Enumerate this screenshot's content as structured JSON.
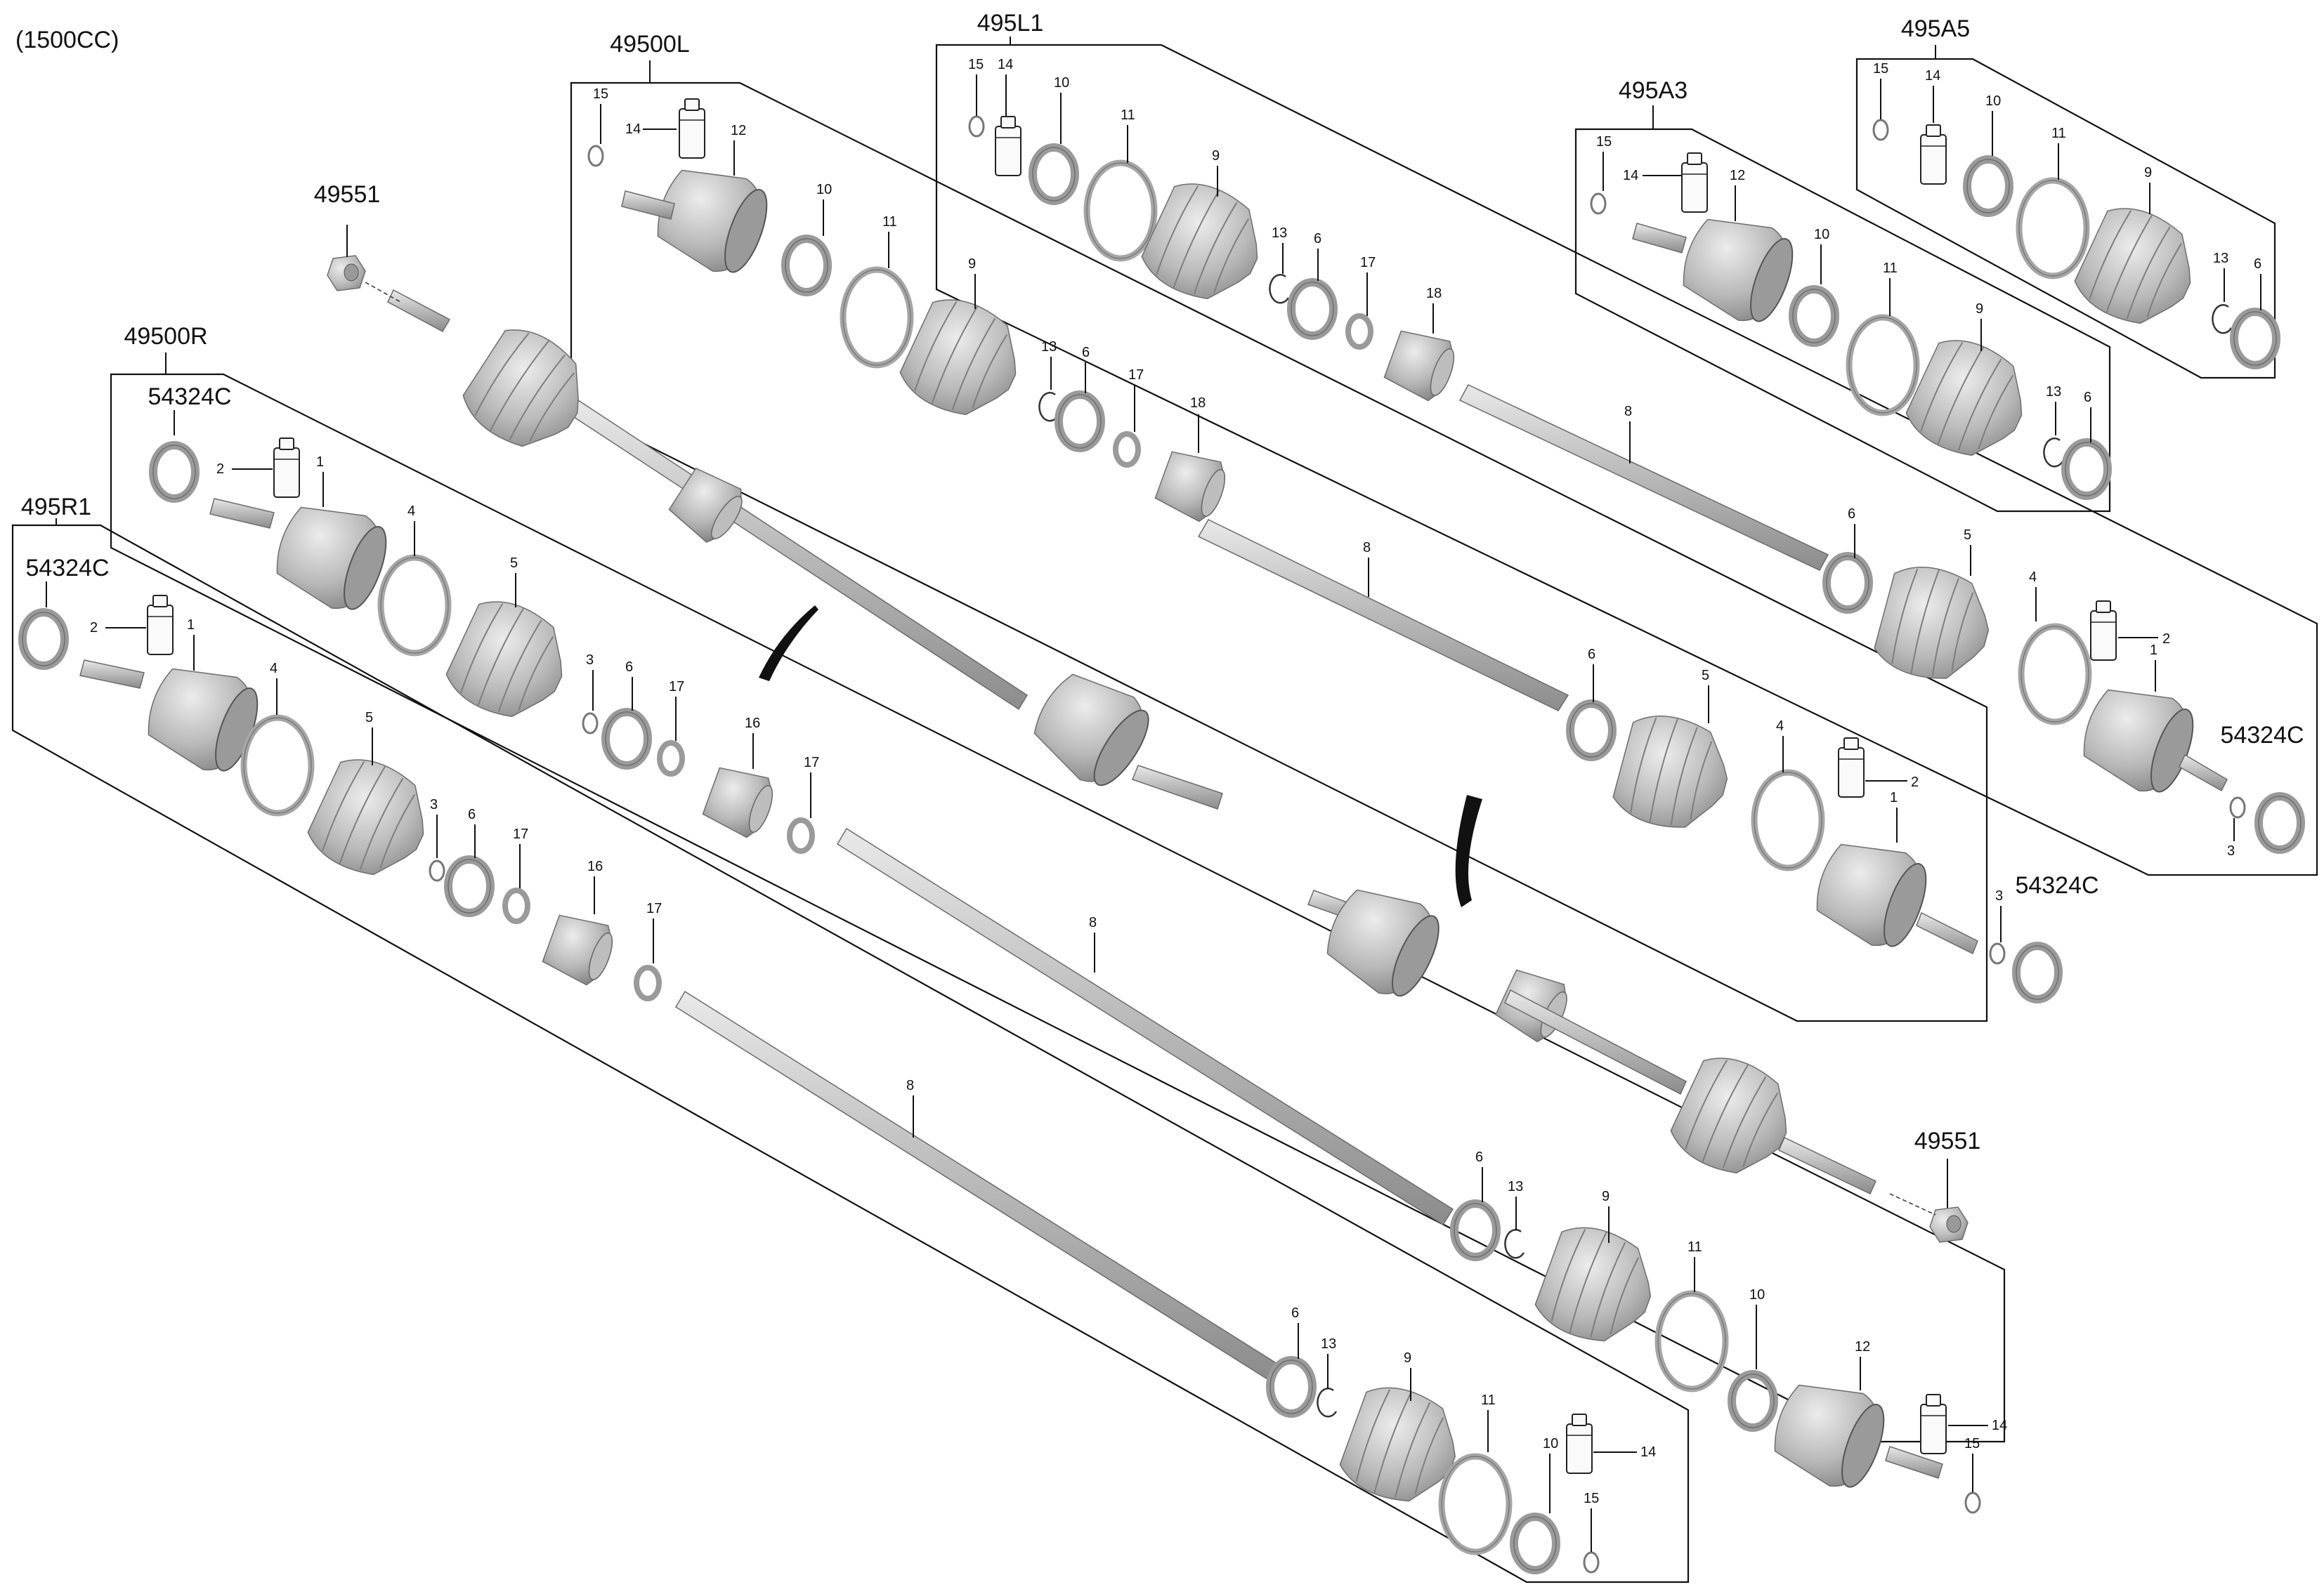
{
  "title": "(1500CC)",
  "assemblies": {
    "a49500L": "49500L",
    "a495L1": "495L1",
    "a495A3": "495A3",
    "a495A5": "495A5",
    "a49500R": "49500R",
    "a495R1": "495R1"
  },
  "standalone_parts": {
    "hub_nut_top": "49551",
    "hub_nut_bottom": "49551",
    "dust_seal": "54324C"
  },
  "callouts": {
    "c1": "1",
    "c2": "2",
    "c3": "3",
    "c4": "4",
    "c5": "5",
    "c6": "6",
    "c8": "8",
    "c9": "9",
    "c10": "10",
    "c11": "11",
    "c12": "12",
    "c13": "13",
    "c14": "14",
    "c15": "15",
    "c16": "16",
    "c17": "17",
    "c18": "18"
  },
  "icons": [
    "drive-shaft-assembly",
    "cv-joint",
    "boot",
    "band-clamp",
    "grease-bottle",
    "circlip",
    "damper",
    "shaft-bar",
    "hub-nut"
  ]
}
